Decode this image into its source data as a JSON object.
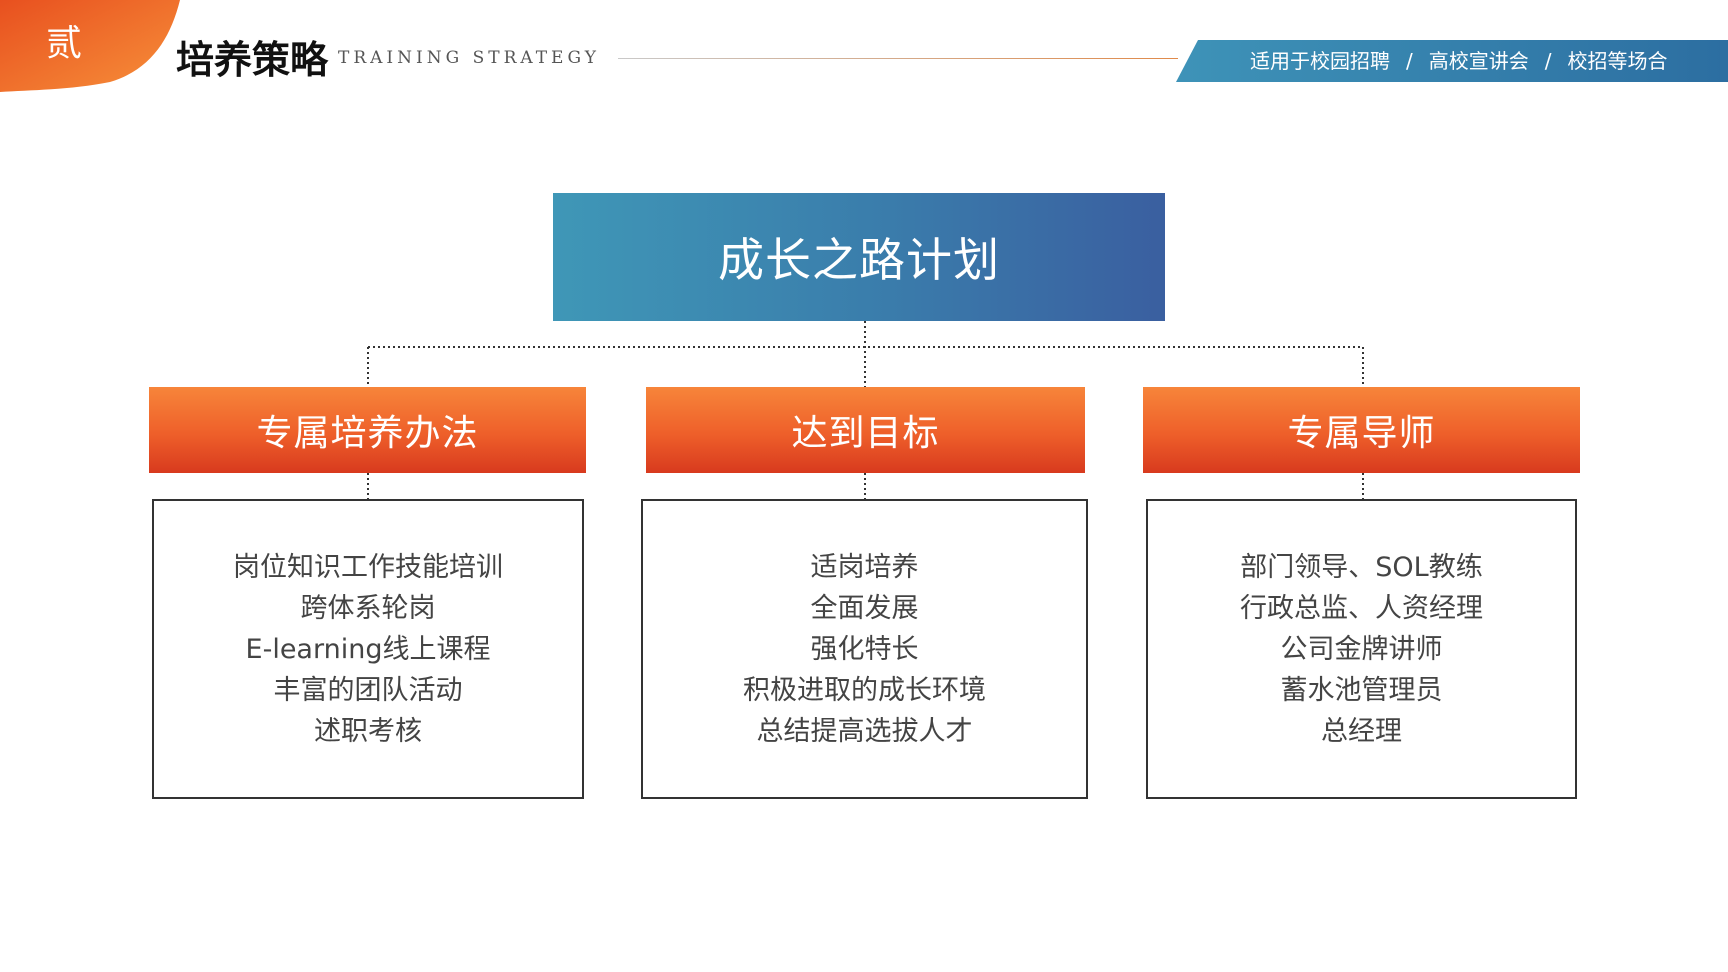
{
  "header": {
    "badge": "贰",
    "title": "培养策略",
    "subtitle": "TRAINING STRATEGY",
    "ribbon_items": [
      "适用于校园招聘",
      "高校宣讲会",
      "校招等场合"
    ],
    "ribbon_separator": "/"
  },
  "colors": {
    "accent_orange": "#f06a2c",
    "accent_red": "#d83a1e",
    "accent_blue": "#3a7cab",
    "ribbon_blue": "#2f7aa5"
  },
  "diagram": {
    "root": "成长之路计划",
    "branches": [
      {
        "title": "专属培养办法",
        "items": [
          "岗位知识工作技能培训",
          "跨体系轮岗",
          "E-learning线上课程",
          "丰富的团队活动",
          "述职考核"
        ]
      },
      {
        "title": "达到目标",
        "items": [
          "适岗培养",
          "全面发展",
          "强化特长",
          "积极进取的成长环境",
          "总结提高选拔人才"
        ]
      },
      {
        "title": "专属导师",
        "items": [
          "部门领导、SOL教练",
          "行政总监、人资经理",
          "公司金牌讲师",
          "蓄水池管理员",
          "总经理"
        ]
      }
    ]
  }
}
